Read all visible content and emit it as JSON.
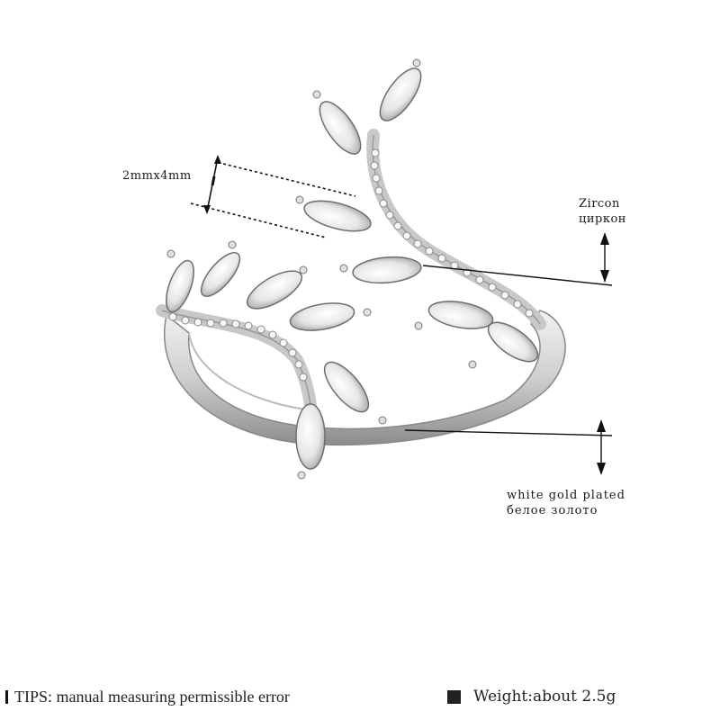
{
  "labels": {
    "stone_size": "2mmx4mm",
    "zircon_en": "Zircon",
    "zircon_ru": "циркон",
    "plating_en": "white gold plated",
    "plating_ru": "белое золото"
  },
  "footer": {
    "tips": "TIPS: manual measuring permissible error",
    "weight": "Weight:about 2.5g"
  },
  "colors": {
    "metal": "#d9d9d9",
    "metal_shadow": "#9a9a9a",
    "stone": "#f4f4f4",
    "line": "#222222"
  }
}
